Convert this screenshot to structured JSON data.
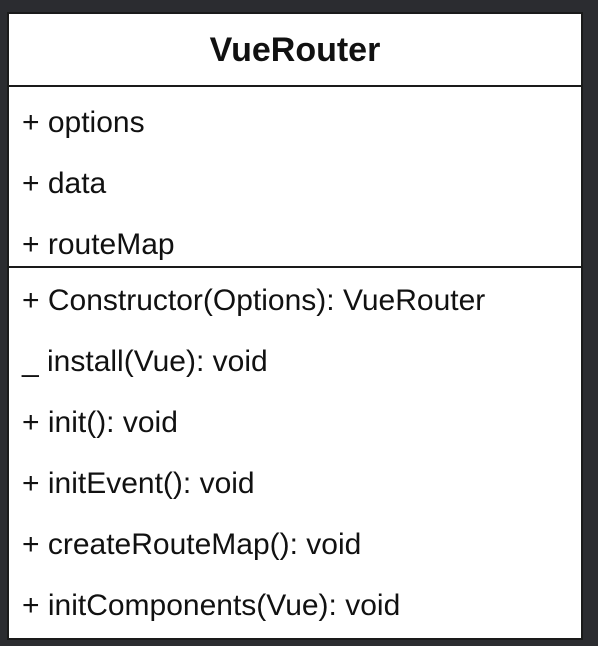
{
  "class_box": {
    "name": "VueRouter",
    "attributes": [
      "+ options",
      "+ data",
      "+ routeMap"
    ],
    "methods": [
      "+ Constructor(Options): VueRouter",
      "_ install(Vue): void",
      "+ init(): void",
      "+ initEvent(): void",
      "+ createRouteMap(): void",
      "+ initComponents(Vue): void"
    ]
  }
}
